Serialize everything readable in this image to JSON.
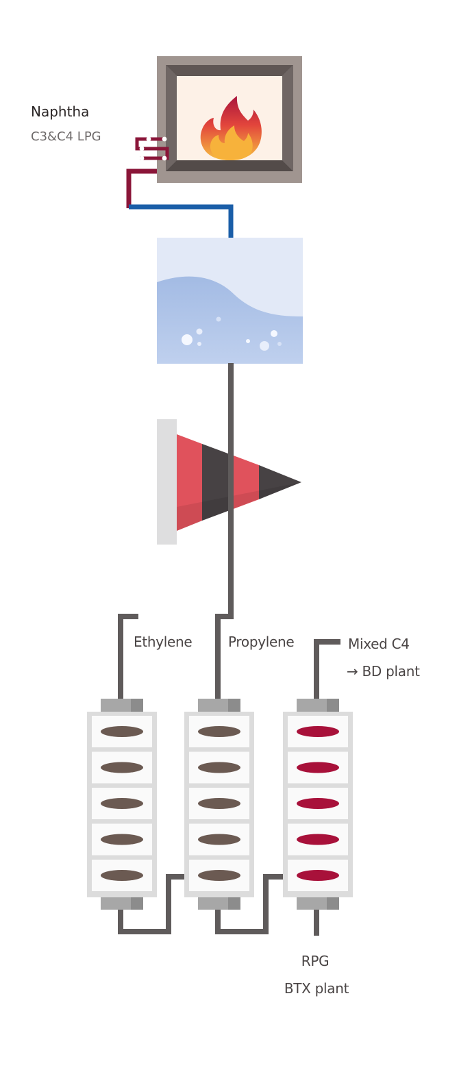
{
  "feed": {
    "line1": "Naphtha",
    "line2": "C3&C4 LPG"
  },
  "products": {
    "ethylene": "Ethylene",
    "propylene": "Propylene",
    "mixed_c4_line1": "Mixed C4",
    "mixed_c4_line2": "→ BD plant"
  },
  "bottom": {
    "line1": "RPG",
    "line2": "BTX plant"
  },
  "colors": {
    "feed_pipe": "#8a1538",
    "cooling_pipe": "#1a5ea8",
    "process_pipe": "#5f5b5b",
    "furnace_frame": "#a09590",
    "flame_outer": "#c8283e",
    "flame_inner": "#f7b23b",
    "compressor_red": "#e0525c",
    "compressor_dark": "#474244",
    "tray_brown": "#6b5a52",
    "tray_red": "#a8113a"
  },
  "icons": [
    "furnace-icon",
    "flame-icon",
    "quench-tower-icon",
    "compressor-icon",
    "distillation-column-icon"
  ]
}
